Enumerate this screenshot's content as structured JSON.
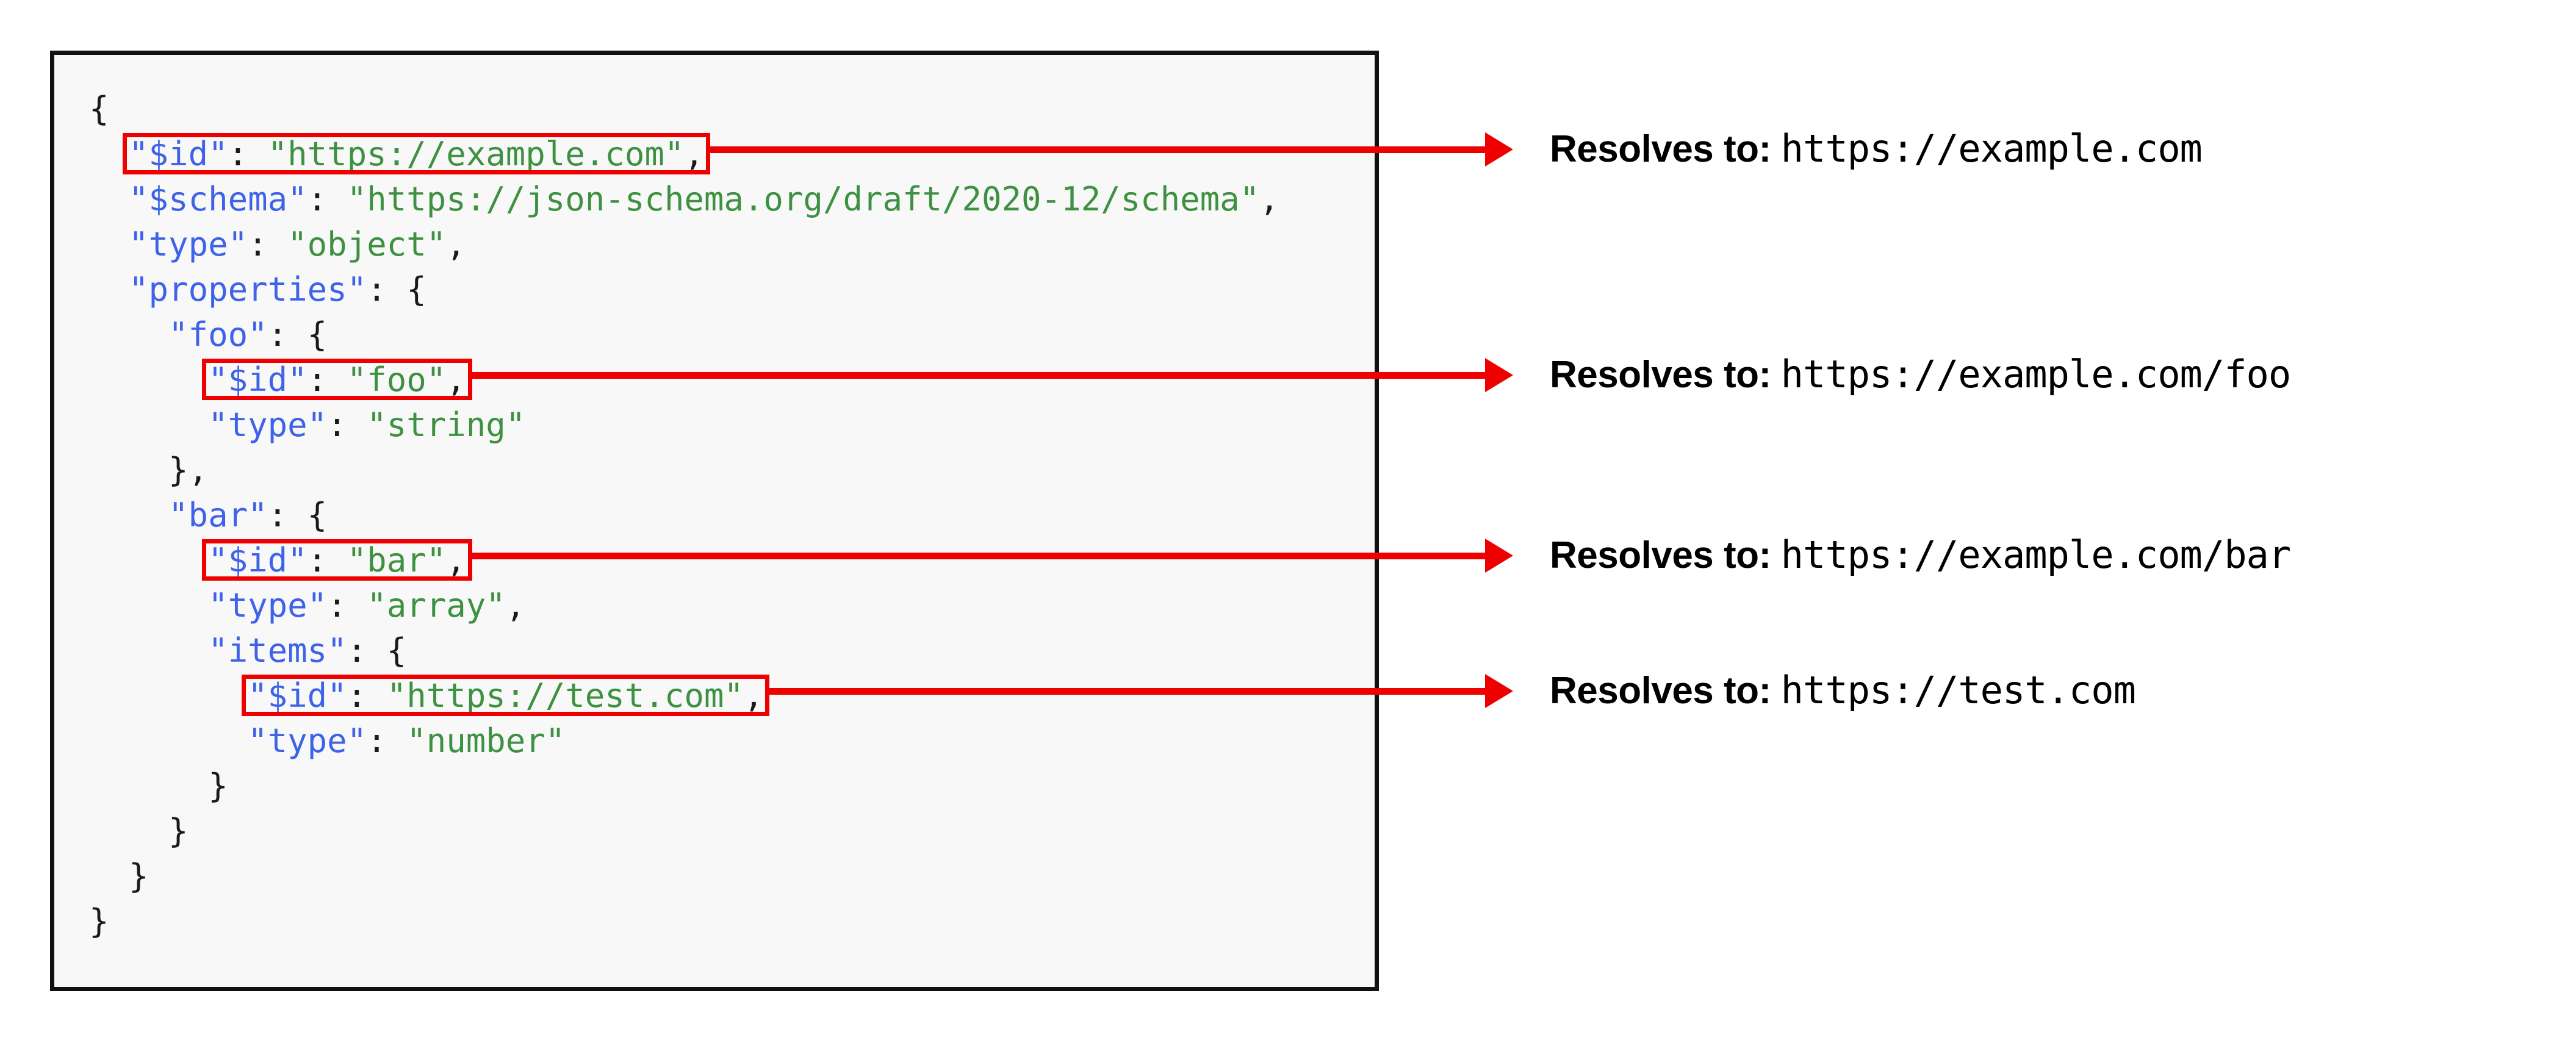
{
  "figure": {
    "title": "JSON Schema $id resolution",
    "colors": {
      "highlight_red": "#ee0000",
      "json_key_blue": "#3f63e8",
      "json_string_green": "#3d9140",
      "code_panel_background": "#f8f8f8",
      "code_panel_border": "#111111",
      "text_black": "#000000"
    }
  },
  "code": {
    "language": "json",
    "lines": [
      {
        "indent": 0,
        "parts": [
          {
            "t": "punct",
            "v": "{"
          }
        ]
      },
      {
        "indent": 1,
        "parts": [
          {
            "t": "key",
            "v": "\"$id\""
          },
          {
            "t": "punct",
            "v": ": "
          },
          {
            "t": "str",
            "v": "\"https://example.com\""
          },
          {
            "t": "punct",
            "v": ","
          }
        ],
        "highlighted": true
      },
      {
        "indent": 1,
        "parts": [
          {
            "t": "key",
            "v": "\"$schema\""
          },
          {
            "t": "punct",
            "v": ": "
          },
          {
            "t": "str",
            "v": "\"https://json-schema.org/draft/2020-12/schema\""
          },
          {
            "t": "punct",
            "v": ","
          }
        ]
      },
      {
        "indent": 1,
        "parts": [
          {
            "t": "key",
            "v": "\"type\""
          },
          {
            "t": "punct",
            "v": ": "
          },
          {
            "t": "str",
            "v": "\"object\""
          },
          {
            "t": "punct",
            "v": ","
          }
        ]
      },
      {
        "indent": 1,
        "parts": [
          {
            "t": "key",
            "v": "\"properties\""
          },
          {
            "t": "punct",
            "v": ": {"
          }
        ]
      },
      {
        "indent": 2,
        "parts": [
          {
            "t": "key",
            "v": "\"foo\""
          },
          {
            "t": "punct",
            "v": ": {"
          }
        ]
      },
      {
        "indent": 3,
        "parts": [
          {
            "t": "key",
            "v": "\"$id\""
          },
          {
            "t": "punct",
            "v": ": "
          },
          {
            "t": "str",
            "v": "\"foo\""
          },
          {
            "t": "punct",
            "v": ","
          }
        ],
        "highlighted": true
      },
      {
        "indent": 3,
        "parts": [
          {
            "t": "key",
            "v": "\"type\""
          },
          {
            "t": "punct",
            "v": ": "
          },
          {
            "t": "str",
            "v": "\"string\""
          }
        ]
      },
      {
        "indent": 2,
        "parts": [
          {
            "t": "punct",
            "v": "},"
          }
        ]
      },
      {
        "indent": 2,
        "parts": [
          {
            "t": "key",
            "v": "\"bar\""
          },
          {
            "t": "punct",
            "v": ": {"
          }
        ]
      },
      {
        "indent": 3,
        "parts": [
          {
            "t": "key",
            "v": "\"$id\""
          },
          {
            "t": "punct",
            "v": ": "
          },
          {
            "t": "str",
            "v": "\"bar\""
          },
          {
            "t": "punct",
            "v": ","
          }
        ],
        "highlighted": true
      },
      {
        "indent": 3,
        "parts": [
          {
            "t": "key",
            "v": "\"type\""
          },
          {
            "t": "punct",
            "v": ": "
          },
          {
            "t": "str",
            "v": "\"array\""
          },
          {
            "t": "punct",
            "v": ","
          }
        ]
      },
      {
        "indent": 3,
        "parts": [
          {
            "t": "key",
            "v": "\"items\""
          },
          {
            "t": "punct",
            "v": ": {"
          }
        ]
      },
      {
        "indent": 4,
        "parts": [
          {
            "t": "key",
            "v": "\"$id\""
          },
          {
            "t": "punct",
            "v": ": "
          },
          {
            "t": "str",
            "v": "\"https://test.com\""
          },
          {
            "t": "punct",
            "v": ","
          }
        ],
        "highlighted": true
      },
      {
        "indent": 4,
        "parts": [
          {
            "t": "key",
            "v": "\"type\""
          },
          {
            "t": "punct",
            "v": ": "
          },
          {
            "t": "str",
            "v": "\"number\""
          }
        ]
      },
      {
        "indent": 3,
        "parts": [
          {
            "t": "punct",
            "v": "}"
          }
        ]
      },
      {
        "indent": 2,
        "parts": [
          {
            "t": "punct",
            "v": "}"
          }
        ]
      },
      {
        "indent": 1,
        "parts": [
          {
            "t": "punct",
            "v": "}"
          }
        ]
      },
      {
        "indent": 0,
        "parts": [
          {
            "t": "punct",
            "v": "}"
          }
        ]
      }
    ]
  },
  "annotations": [
    {
      "label": "Resolves to:",
      "url": "https://example.com"
    },
    {
      "label": "Resolves to:",
      "url": "https://example.com/foo"
    },
    {
      "label": "Resolves to:",
      "url": "https://example.com/bar"
    },
    {
      "label": "Resolves to:",
      "url": "https://test.com"
    }
  ]
}
